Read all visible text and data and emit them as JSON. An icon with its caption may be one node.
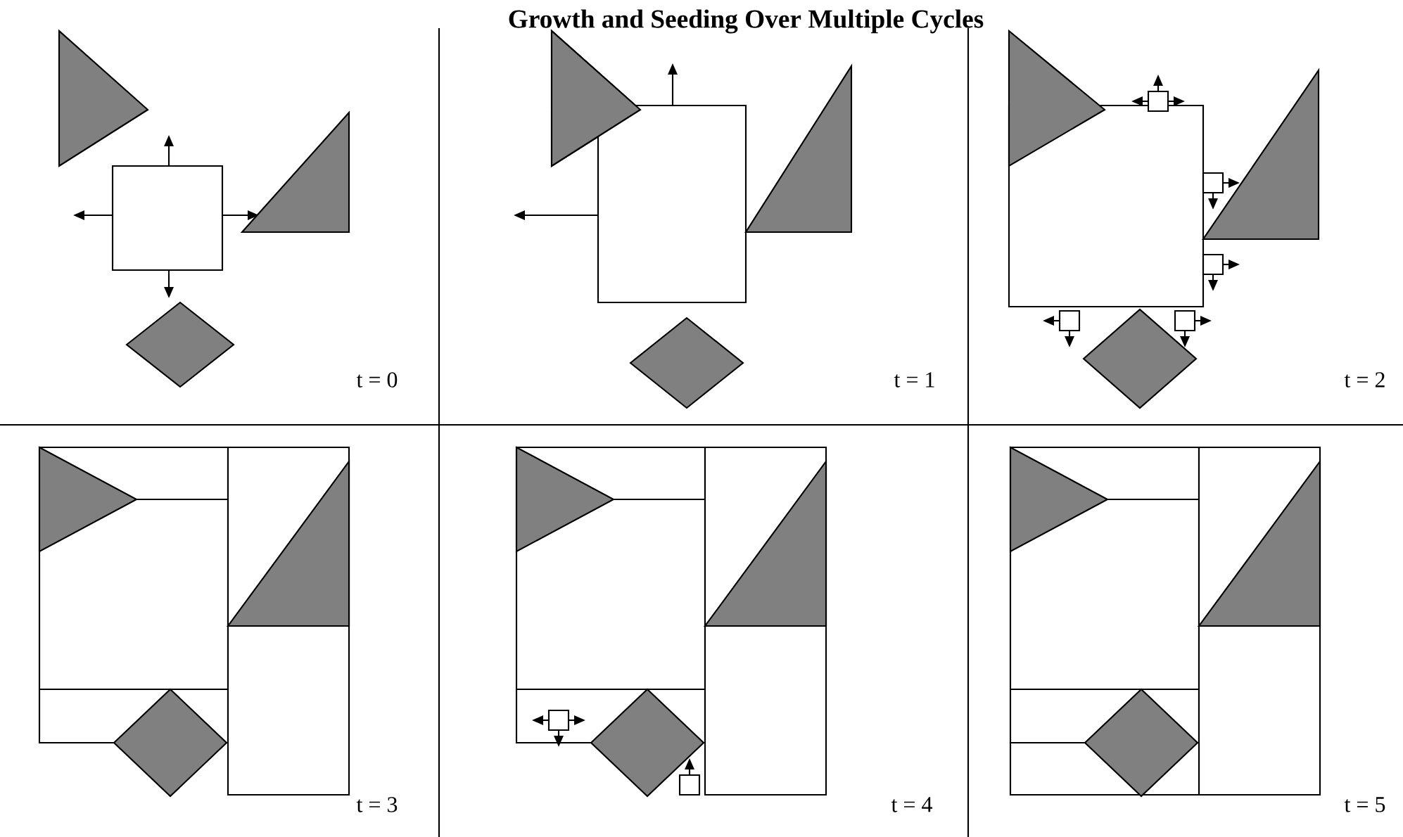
{
  "diagram": {
    "title": "Growth and Seeding Over Multiple Cycles",
    "labels": [
      "t = 0",
      "t = 1",
      "t = 2",
      "t = 3",
      "t = 4",
      "t = 5"
    ]
  }
}
